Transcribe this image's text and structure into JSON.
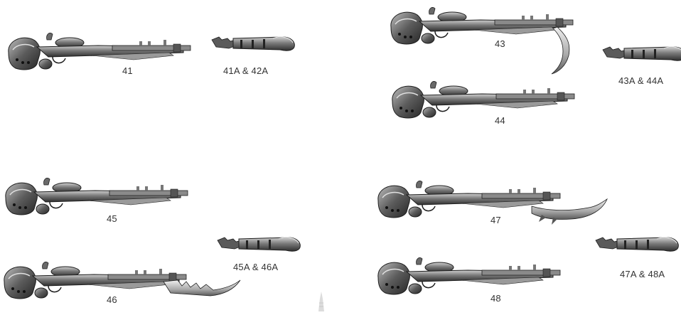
{
  "parts": {
    "p41": "41",
    "p41a42a": "41A & 42A",
    "p43": "43",
    "p43a44a": "43A & 44A",
    "p44": "44",
    "p45": "45",
    "p45a46a": "45A & 46A",
    "p46": "46",
    "p47": "47",
    "p47a48a": "47A & 48A",
    "p48": "48"
  },
  "colors": {
    "metal_dark": "#3a3a3a",
    "metal_mid": "#6e6e6e",
    "metal_light": "#b9b9b9",
    "outline": "#1e1e1e",
    "label_text": "#333333",
    "background": "#ffffff"
  }
}
